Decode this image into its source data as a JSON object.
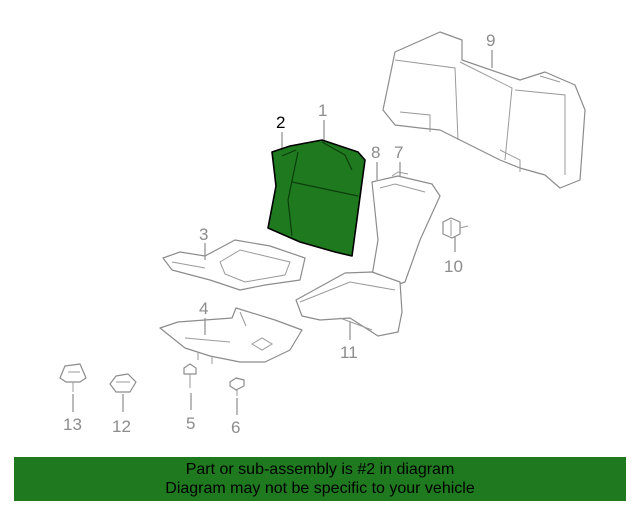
{
  "diagram": {
    "callouts": [
      "1",
      "2",
      "3",
      "4",
      "5",
      "6",
      "7",
      "8",
      "9",
      "10",
      "11",
      "12",
      "13"
    ],
    "highlighted_callout": "2",
    "highlight_color": "#1f7a1f"
  },
  "banner": {
    "line1": "Part or sub-assembly is #2 in diagram",
    "line2": "Diagram may not be specific to your vehicle",
    "background": "#1f7a1f"
  }
}
